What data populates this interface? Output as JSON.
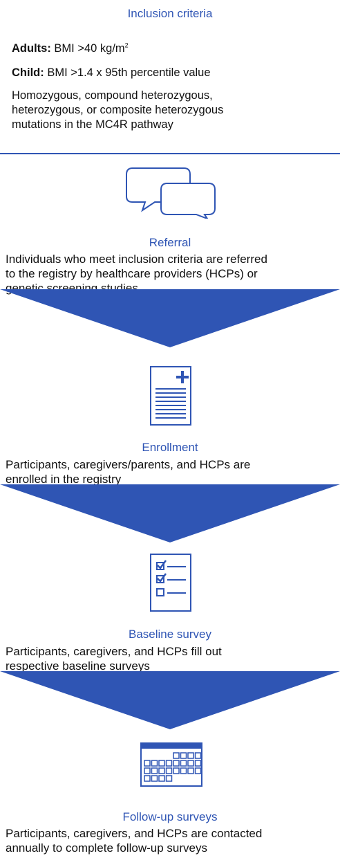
{
  "inclusion": {
    "title": "Inclusion criteria",
    "adults_label": "Adults:",
    "adults_text_pre": "BMI >40 kg/m",
    "adults_text_sup": "2",
    "child_label": "Child:",
    "child_text": "BMI >1.4 x 95th percentile value",
    "mutations_line1": "Homozygous, compound heterozygous,",
    "mutations_line2": "heterozygous, or composite heterozygous",
    "mutations_line3": "mutations in the MC4R pathway"
  },
  "steps": [
    {
      "icon": "speech-bubbles-icon",
      "title": "Referral",
      "line1": "Individuals who meet inclusion criteria are referred",
      "line2": "to the registry by healthcare providers (HCPs) or",
      "line3": "genetic screening studies"
    },
    {
      "icon": "document-plus-icon",
      "title": "Enrollment",
      "line1": "Participants, caregivers/parents, and HCPs are",
      "line2": "enrolled in the registry"
    },
    {
      "icon": "checklist-icon",
      "title": "Baseline survey",
      "line1": "Participants, caregivers, and HCPs fill out",
      "line2": "respective baseline surveys"
    },
    {
      "icon": "calendar-icon",
      "title": "Follow-up surveys",
      "line1": "Participants, caregivers, and HCPs are contacted",
      "line2": "annually to complete follow-up surveys"
    }
  ],
  "colors": {
    "accent": "#2f55b4",
    "text": "#111111"
  }
}
